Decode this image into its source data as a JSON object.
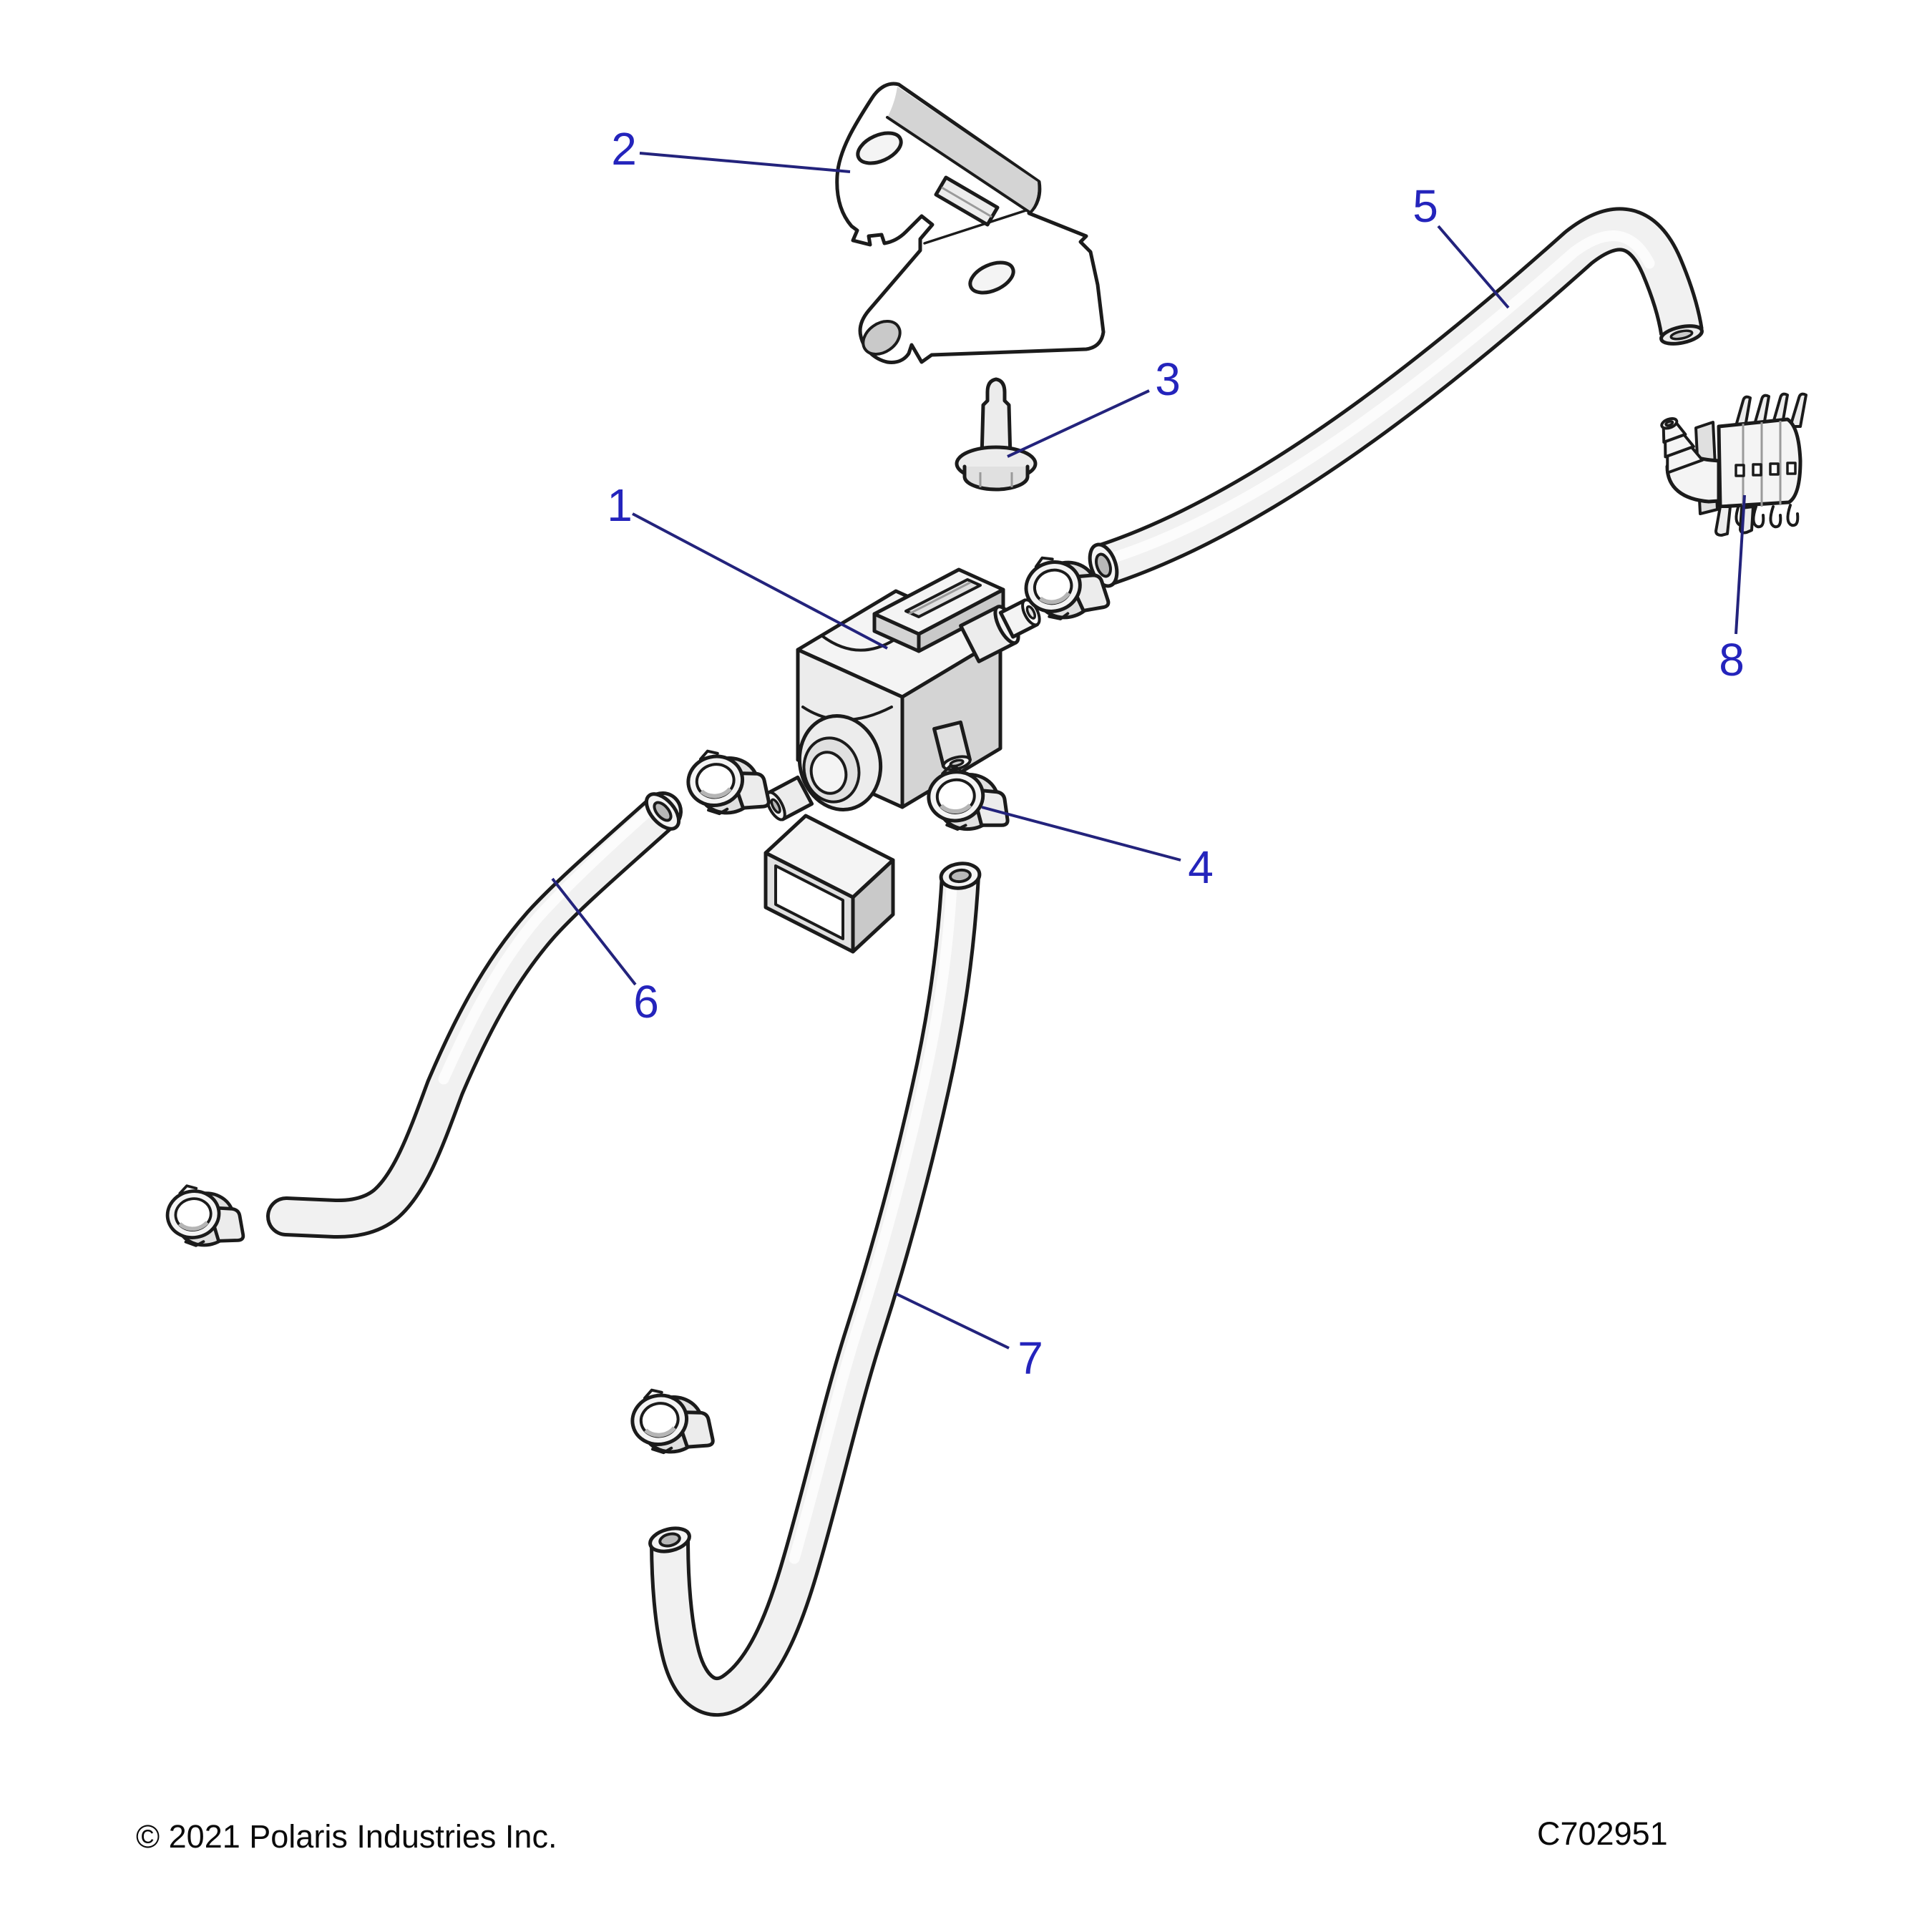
{
  "footer": {
    "copyright": "© 2021 Polaris Industries Inc.",
    "diagram_code": "C702951"
  },
  "callouts": [
    {
      "num": "1"
    },
    {
      "num": "2"
    },
    {
      "num": "3"
    },
    {
      "num": "4"
    },
    {
      "num": "5"
    },
    {
      "num": "6"
    },
    {
      "num": "7"
    },
    {
      "num": "8"
    }
  ],
  "colors": {
    "paper": "#ffffff",
    "outline": "#1b1b1b",
    "part_fill": "#f1f1f1",
    "part_shadow": "#d4d4d4",
    "callout_text": "#2424bc",
    "leader_line": "#23237c"
  }
}
